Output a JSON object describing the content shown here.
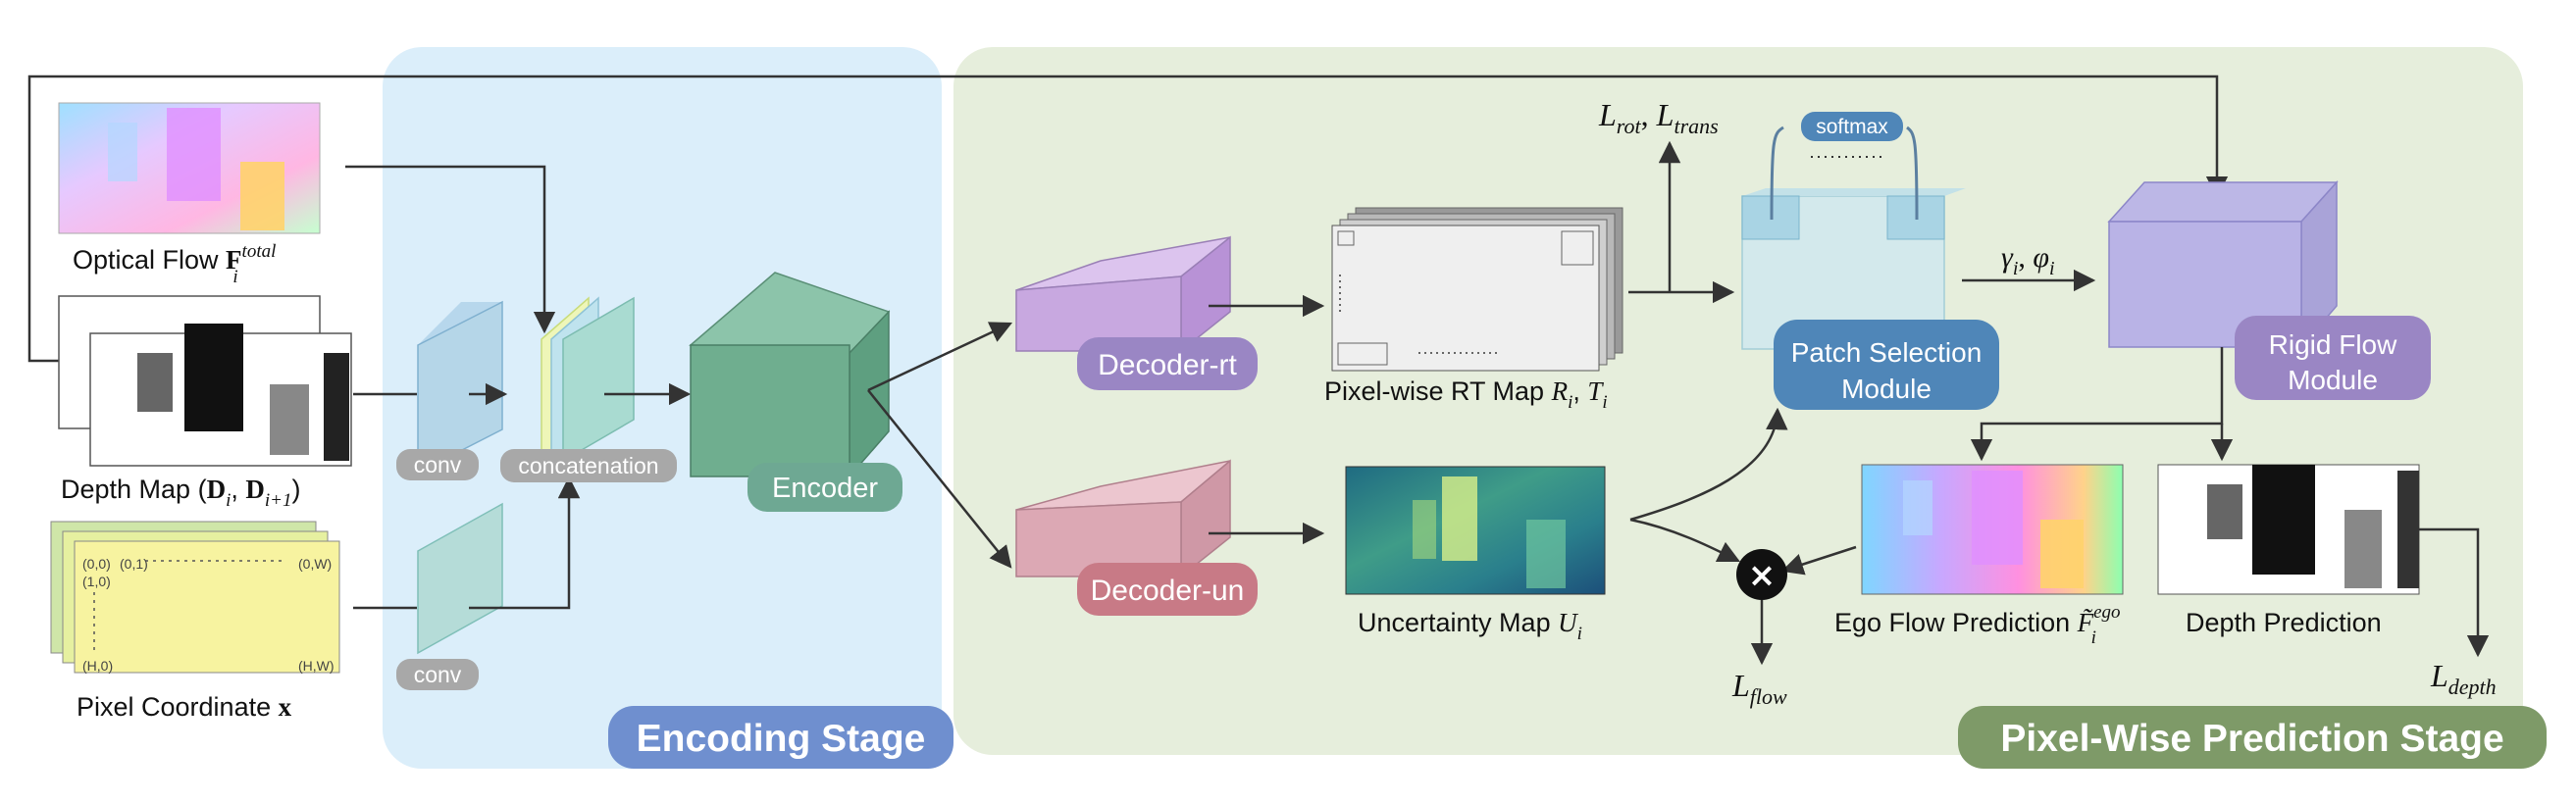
{
  "stages": {
    "encoding": "Encoding Stage",
    "prediction": "Pixel-Wise Prediction Stage"
  },
  "inputs": {
    "optical_flow": {
      "label": "Optical Flow ",
      "symbol": "F",
      "sub": "i",
      "sup": "total"
    },
    "depth_map": {
      "label": "Depth Map (",
      "sym1": "D",
      "sub1": "i",
      "sep": ", ",
      "sym2": "D",
      "sub2": "i+1",
      "close": ")"
    },
    "pixel_coordinate": {
      "label": "Pixel Coordinate ",
      "symbol": "x"
    }
  },
  "grid_coords": {
    "c00": "(0,0)",
    "c01": "(0,1)",
    "c10": "(1,0)",
    "c0w": "(0,W)",
    "ch0": "(H,0)",
    "chw": "(H,W)"
  },
  "encoding": {
    "conv_top": "conv",
    "conv_bottom": "conv",
    "concatenation": "concatenation",
    "encoder": "Encoder"
  },
  "decoders": {
    "rt": "Decoder-rt",
    "un": "Decoder-un"
  },
  "maps": {
    "rt_map": {
      "label": "Pixel-wise RT Map ",
      "r": "R",
      "r_sub": "i",
      "sep": ", ",
      "t": "T",
      "t_sub": "i"
    },
    "uncertainty": {
      "label": "Uncertainty Map ",
      "u": "U",
      "u_sub": "i"
    }
  },
  "losses": {
    "rot": {
      "l": "L",
      "sub": "rot"
    },
    "trans": {
      "l": "L",
      "sub": "trans"
    },
    "sep": ", ",
    "flow": {
      "l": "L",
      "sub": "flow"
    },
    "depth": {
      "l": "L",
      "sub": "depth"
    }
  },
  "modules": {
    "softmax": "softmax",
    "patch_line1": "Patch Selection",
    "patch_line2": "Module",
    "rigid_line1": "Rigid Flow",
    "rigid_line2": "Module"
  },
  "params": {
    "gamma": "γ",
    "gamma_sub": "i",
    "sep": ", ",
    "phi": "φ",
    "phi_sub": "i"
  },
  "outputs": {
    "ego_flow": {
      "label": "Ego Flow Prediction ",
      "f": "F̃",
      "sub": "i",
      "sup": "ego"
    },
    "depth": "Depth Prediction"
  },
  "multiply_symbol": "×",
  "colors": {
    "encoding_bg": "#dbeefa",
    "prediction_bg": "#e6eedc",
    "encoding_badge": "#6f8fcf",
    "prediction_badge": "#7e9a68",
    "encoder": "#6fae8f",
    "decoder_rt": "#c8a8e0",
    "decoder_un": "#dca8b4",
    "patch_module": "#4f86b8",
    "rigid_module": "#9a86c4",
    "pill_gray": "#a8a8a8"
  }
}
